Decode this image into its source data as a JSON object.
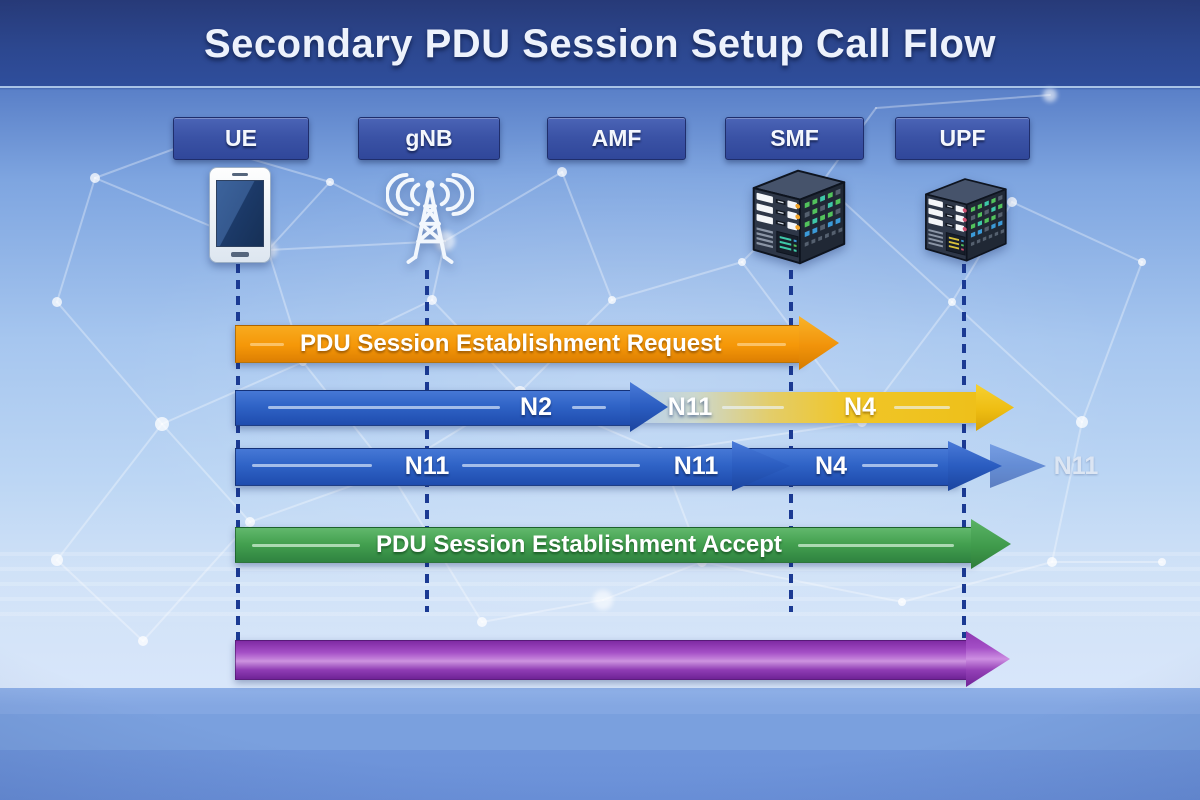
{
  "title": "Secondary PDU Session Setup Call Flow",
  "entities": [
    {
      "label": "UE",
      "icon": "smartphone-icon"
    },
    {
      "label": "gNB",
      "icon": "radio-tower-icon"
    },
    {
      "label": "AMF",
      "icon": ""
    },
    {
      "label": "SMF",
      "icon": "server-rack-icon"
    },
    {
      "label": "UPF",
      "icon": "server-rack-icon"
    }
  ],
  "messages": [
    {
      "label": "PDU Session Establishment Request",
      "color": "#f59d0e"
    },
    {
      "segments": [
        {
          "label": "N2",
          "color": "#2a5cc0"
        },
        {
          "label": "N11",
          "color": "#c9dcef"
        },
        {
          "label": "N4",
          "color": "#f0c41c"
        }
      ]
    },
    {
      "color": "#2a5cc0",
      "segments": [
        {
          "label": "N11"
        },
        {
          "label": "N11"
        },
        {
          "label": "N4"
        },
        {
          "label": "N11",
          "style": "faded"
        }
      ]
    },
    {
      "label": "PDU Session Establishment Accept",
      "color": "#3f9a4b"
    },
    {
      "label": "",
      "color": "#9440b6"
    }
  ],
  "colors": {
    "header": "#2e4b96",
    "entity_box": "#3c55a8",
    "lifeline": "#1b3a93",
    "orange_arrow": "#f59d0e",
    "blue_arrow": "#2a5cc0",
    "yellow_arrow": "#f0c41c",
    "green_arrow": "#3f9a4b",
    "purple_arrow": "#9440b6"
  }
}
